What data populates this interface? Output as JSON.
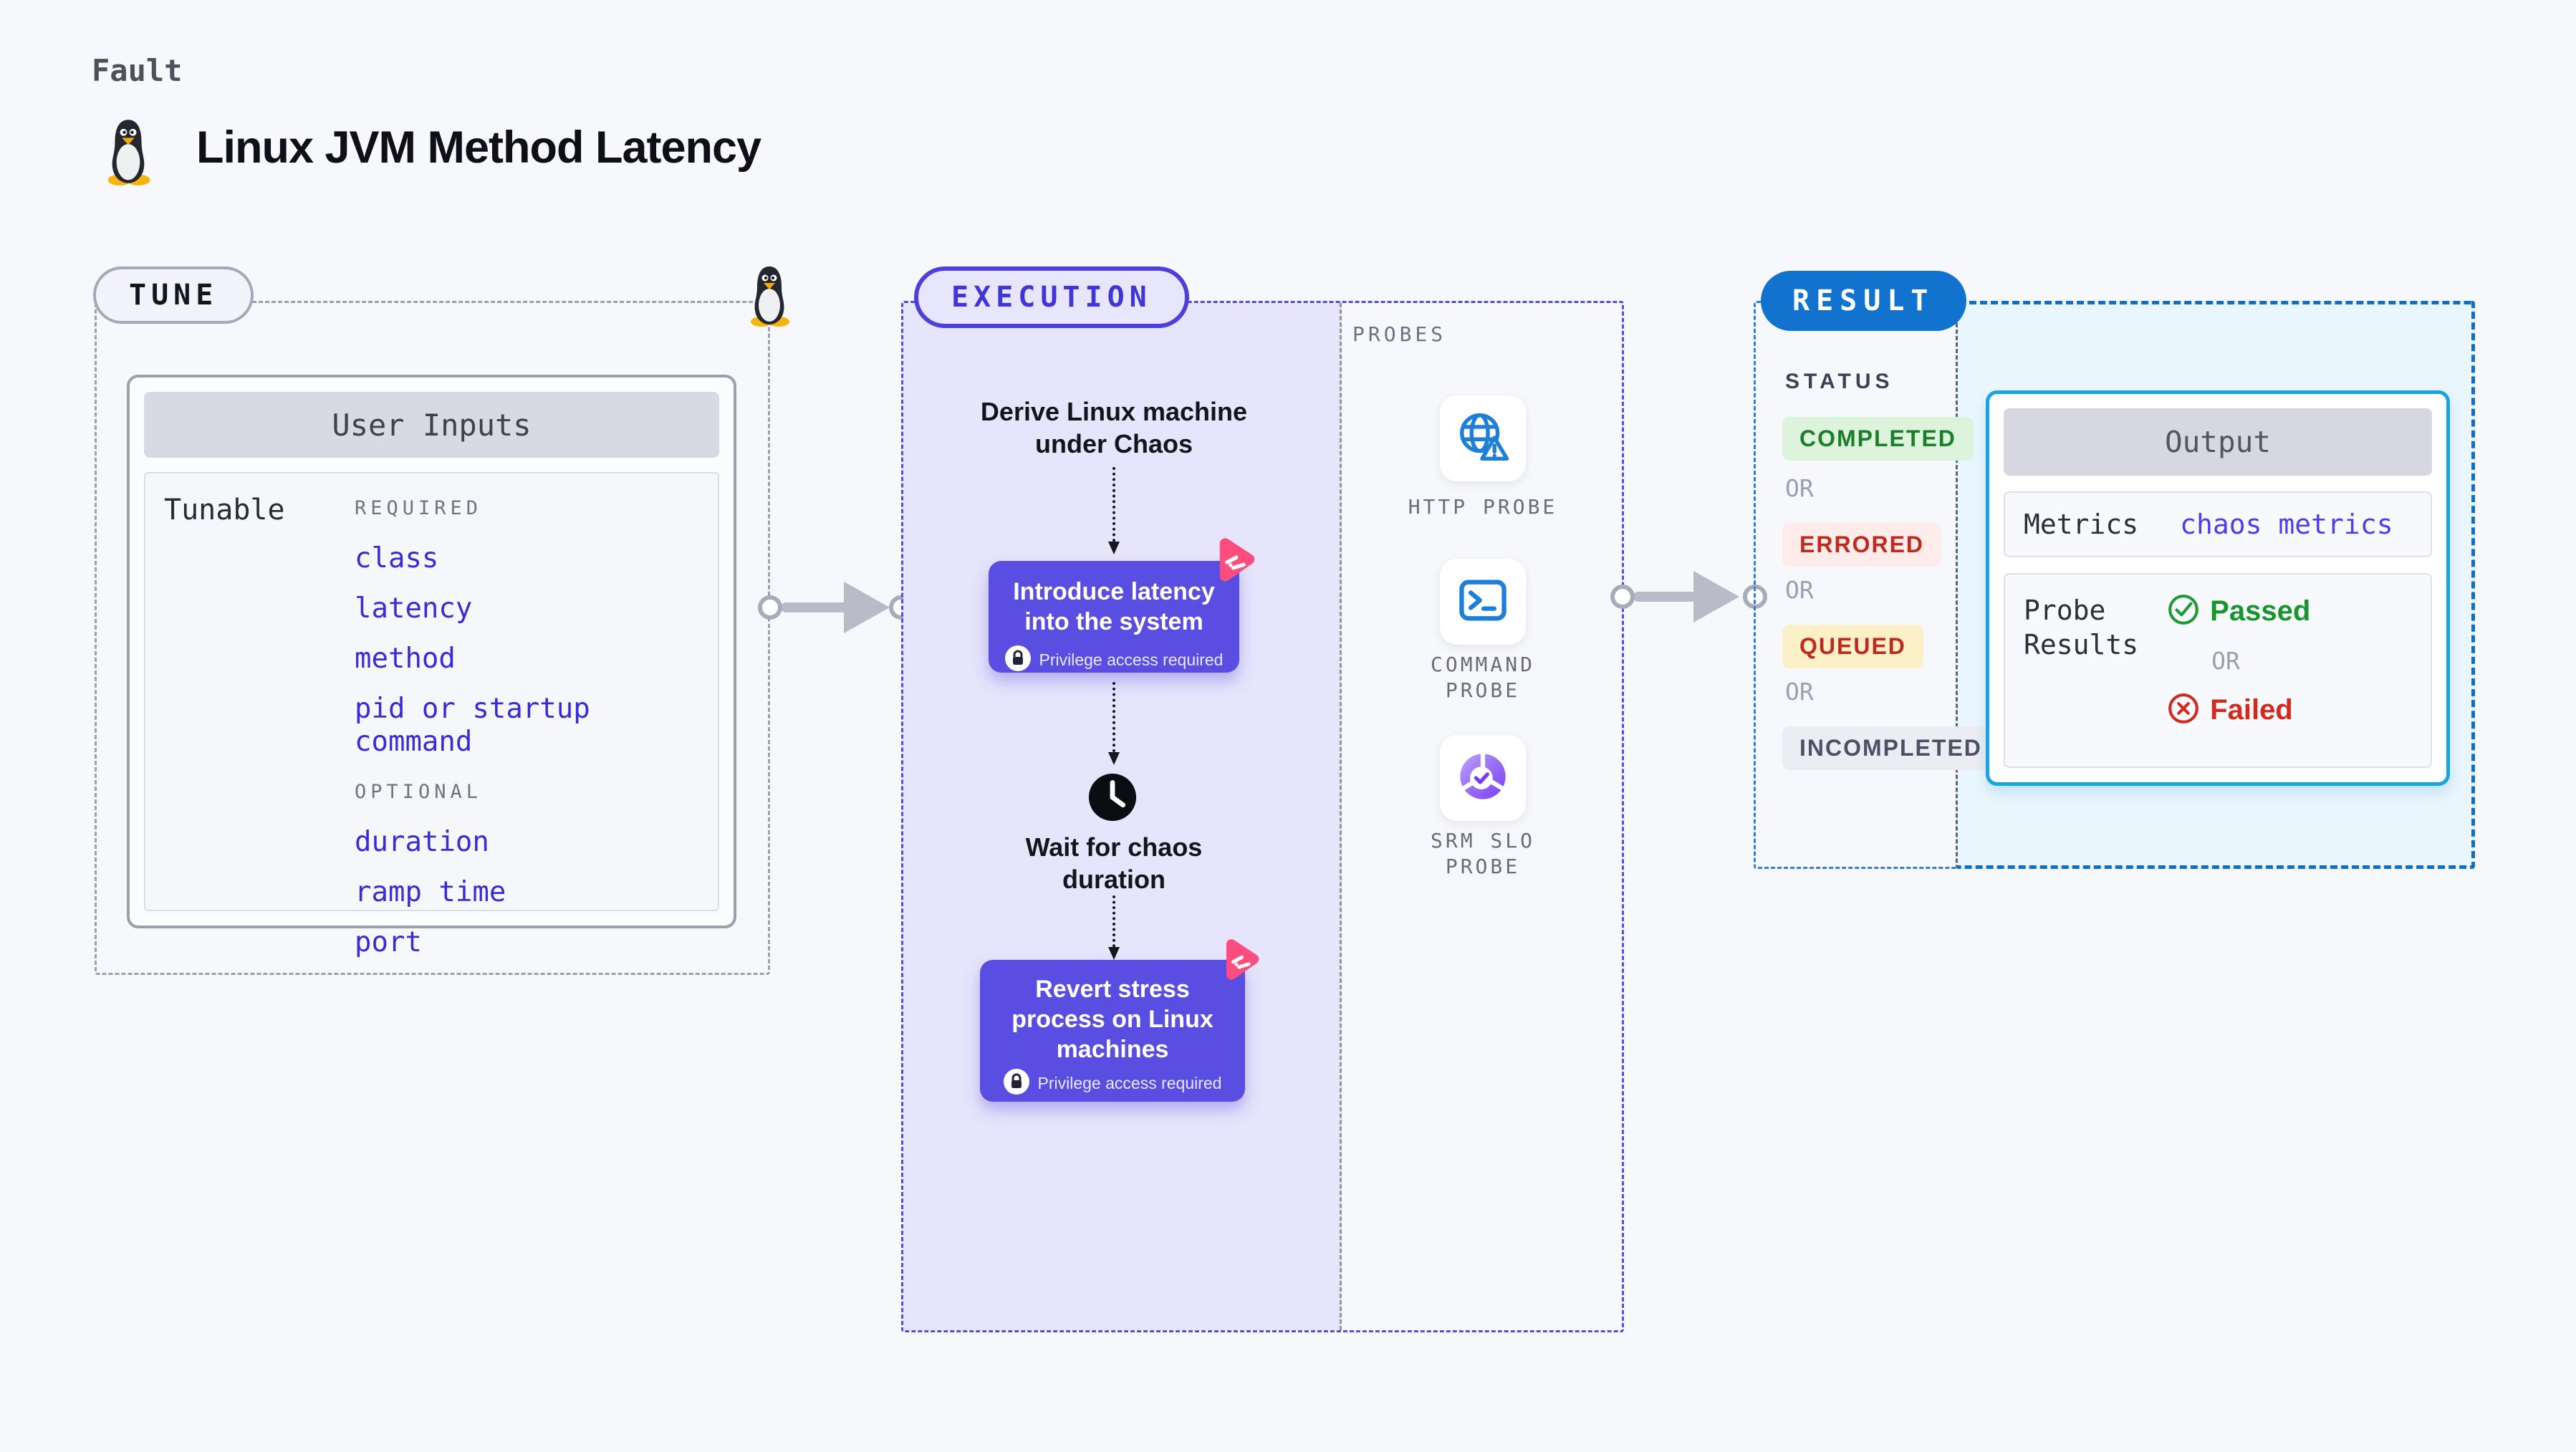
{
  "page": {
    "eyebrow": "Fault",
    "title": "Linux JVM Method Latency"
  },
  "tune": {
    "badge": "TUNE",
    "table": {
      "header": "User Inputs",
      "row_label": "Tunable",
      "required_label": "REQUIRED",
      "required_items": [
        "class",
        "latency",
        "method",
        "pid or startup command"
      ],
      "optional_label": "OPTIONAL",
      "optional_items": [
        "duration",
        "ramp time",
        "port"
      ]
    }
  },
  "execution": {
    "badge": "EXECUTION",
    "step1_line1": "Derive Linux machine",
    "step1_line2": "under Chaos",
    "card1_line1": "Introduce latency",
    "card1_line2": "into the system",
    "privilege_note": "Privilege access required",
    "wait_line1": "Wait for chaos",
    "wait_line2": "duration",
    "card2_line1": "Revert stress",
    "card2_line2": "process on Linux",
    "card2_line3": "machines"
  },
  "probes": {
    "label": "PROBES",
    "http_label": "HTTP PROBE",
    "command_line1": "COMMAND",
    "command_line2": "PROBE",
    "srm_line1": "SRM SLO",
    "srm_line2": "PROBE"
  },
  "result": {
    "badge": "RESULT",
    "status_label": "STATUS",
    "or": "OR",
    "completed": "COMPLETED",
    "errored": "ERRORED",
    "queued": "QUEUED",
    "incompleted": "INCOMPLETED",
    "output": {
      "header": "Output",
      "metrics_label": "Metrics",
      "metrics_value": "chaos metrics",
      "probe_label_line1": "Probe",
      "probe_label_line2": "Results",
      "passed": "Passed",
      "or": "OR",
      "failed": "Failed"
    }
  },
  "colors": {
    "accent_indigo": "#564ce2",
    "card_purple": "#594ee1",
    "accent_pink": "#fb4d7e",
    "result_blue": "#1273cf",
    "output_cyan": "#16a5de",
    "link_purple": "#382bd8",
    "status_green": "#1b7e2b",
    "status_red": "#c02a1d",
    "probe_icon_blue": "#1e7fd8"
  }
}
